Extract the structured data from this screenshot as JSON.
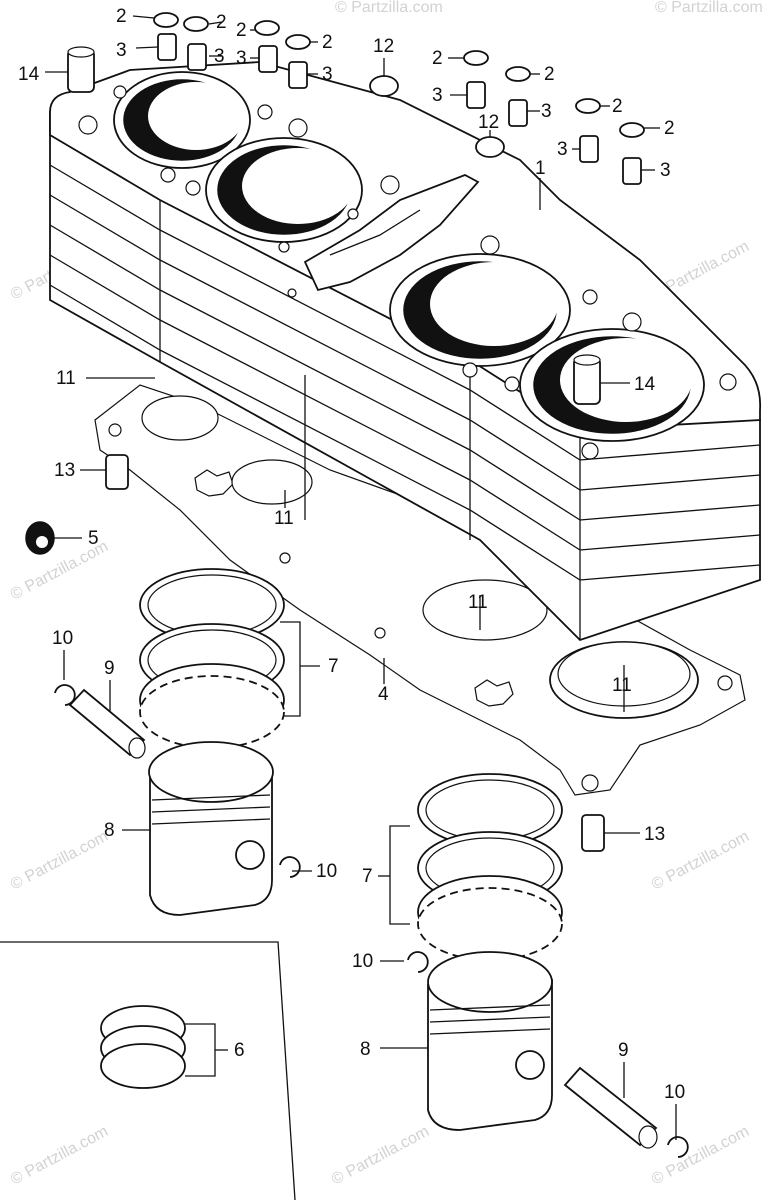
{
  "watermark_text": "© Partzilla.com",
  "callouts": [
    {
      "id": "c01",
      "text": "2"
    },
    {
      "id": "c02",
      "text": "2"
    },
    {
      "id": "c03",
      "text": "3"
    },
    {
      "id": "c04",
      "text": "3"
    },
    {
      "id": "c05",
      "text": "2"
    },
    {
      "id": "c06",
      "text": "2"
    },
    {
      "id": "c07",
      "text": "3"
    },
    {
      "id": "c08",
      "text": "3"
    },
    {
      "id": "c09",
      "text": "14"
    },
    {
      "id": "c10",
      "text": "12"
    },
    {
      "id": "c11",
      "text": "2"
    },
    {
      "id": "c12",
      "text": "2"
    },
    {
      "id": "c13",
      "text": "3"
    },
    {
      "id": "c14",
      "text": "3"
    },
    {
      "id": "c15",
      "text": "2"
    },
    {
      "id": "c16",
      "text": "12"
    },
    {
      "id": "c17",
      "text": "2"
    },
    {
      "id": "c18",
      "text": "3"
    },
    {
      "id": "c19",
      "text": "3"
    },
    {
      "id": "c20",
      "text": "1"
    },
    {
      "id": "c21",
      "text": "11"
    },
    {
      "id": "c22",
      "text": "14"
    },
    {
      "id": "c23",
      "text": "13"
    },
    {
      "id": "c24",
      "text": "11"
    },
    {
      "id": "c25",
      "text": "5"
    },
    {
      "id": "c26",
      "text": "11"
    },
    {
      "id": "c27",
      "text": "7"
    },
    {
      "id": "c28",
      "text": "10"
    },
    {
      "id": "c29",
      "text": "9"
    },
    {
      "id": "c30",
      "text": "4"
    },
    {
      "id": "c31",
      "text": "11"
    },
    {
      "id": "c32",
      "text": "8"
    },
    {
      "id": "c33",
      "text": "10"
    },
    {
      "id": "c34",
      "text": "13"
    },
    {
      "id": "c35",
      "text": "7"
    },
    {
      "id": "c36",
      "text": "10"
    },
    {
      "id": "c37",
      "text": "6"
    },
    {
      "id": "c38",
      "text": "8"
    },
    {
      "id": "c39",
      "text": "9"
    },
    {
      "id": "c40",
      "text": "10"
    }
  ]
}
